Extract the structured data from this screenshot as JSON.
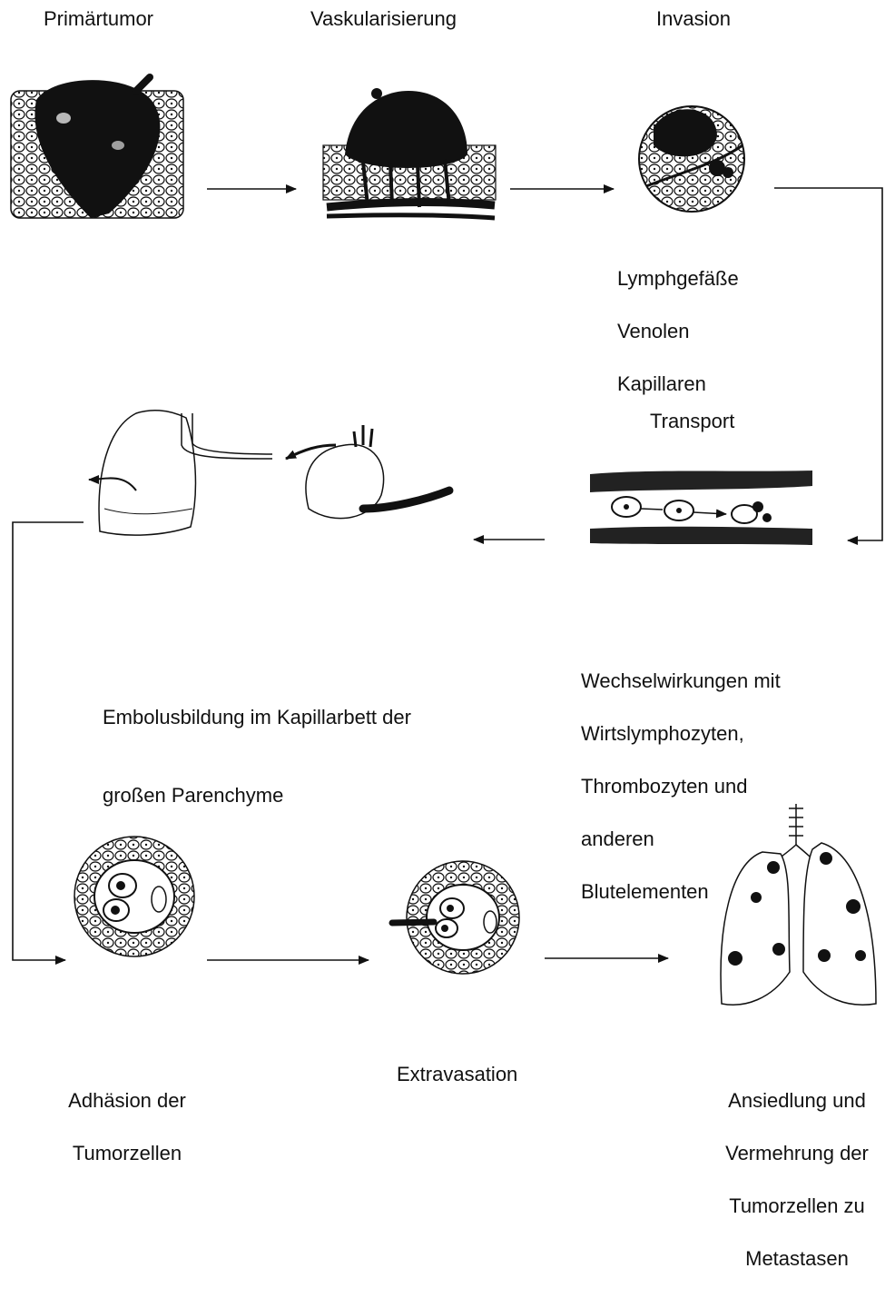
{
  "stages": {
    "primaertumor": "Primärtumor",
    "vaskularisierung": "Vaskularisierung",
    "invasion": "Invasion",
    "invasion_routes": [
      "Lymphgefäße",
      "Venolen",
      "Kapillaren"
    ],
    "transport": "Transport",
    "wechselwirkungen": [
      "Wechselwirkungen mit",
      "Wirtslymphozyten,",
      "Thrombozyten und",
      "anderen",
      "Blutelementen"
    ],
    "embolus": [
      "Embolusbildung im Kapillarbett der",
      "großen Parenchyme"
    ],
    "adhaesion": [
      "Adhäsion der",
      "Tumorzellen"
    ],
    "extravasation": "Extravasation",
    "ansiedlung": [
      "Ansiedlung und",
      "Vermehrung der",
      "Tumorzellen zu",
      "Metastasen"
    ]
  }
}
